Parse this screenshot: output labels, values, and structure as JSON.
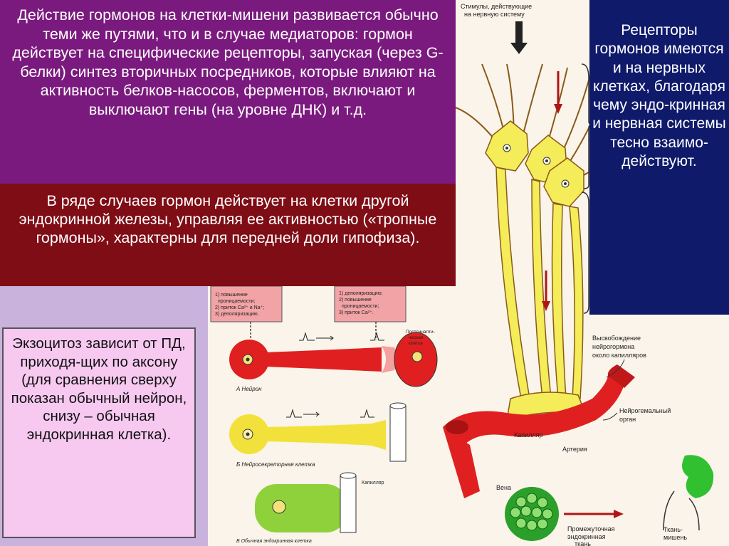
{
  "text_boxes": {
    "top": "Действие гормонов на клетки-мишени развивается обычно теми же путями, что и в случае медиаторов: гормон действует на специфические рецепторы, запуская (через G-белки) синтез вторичных посредников, которые влияют на активность белков-насосов, ферментов, включают и выключают гены (на уровне ДНК) и т.д.",
    "middle": "В ряде случаев гормон действует на клетки другой эндокринной железы, управляя ее активностью («тропные гормоны», характерны для передней доли гипофиза).",
    "left": "Экзоцитоз зависит от ПД, приходя-щих по аксону (для сравнения сверху показан обычный нейрон, снизу – обычная эндокринная клетка).",
    "right": "Рецепторы гормонов имеются и на нервных клетках, благодаря чему эндо-кринная и нервная системы тесно взаимо-действуют."
  },
  "figure_labels": {
    "stimuli_line1": "Стимулы, действующие",
    "stimuli_line2": "на нервную систему",
    "release_line1": "Высвобождение",
    "release_line2": "нейрогормона",
    "release_line3": "около капилляров",
    "neurohemal_line1": "Нейрогемальный",
    "neurohemal_line2": "орган",
    "capillary": "Капилляр",
    "artery": "Артерия",
    "vein": "Вена",
    "intermediate_line1": "Промежуточная",
    "intermediate_line2": "эндокринная",
    "intermediate_line3": "ткань",
    "target_line1": "Ткань-",
    "target_line2": "мишень",
    "box1_line1": "1) повышение",
    "box1_line2": "проницаемости;",
    "box1_line3": "2) приток Ca²⁺ и Na⁺;",
    "box1_line4": "3) деполяризацию.",
    "box2_line1": "1) деполяризацию;",
    "box2_line2": "2) повышение",
    "box2_line3": "проницаемости;",
    "box2_line4": "3) приток Ca²⁺.",
    "neuron_a": "А Нейрон",
    "neuron_b": "Б Нейросекреторная клетка",
    "neuron_c": "В Обычная эндокринная клетка",
    "postsyn_line1": "Постсинапти-",
    "postsyn_line2": "ческая",
    "postsyn_line3": "клетка",
    "capillary_small": "Капилляр"
  },
  "colors": {
    "top_bg": "#7b1a7e",
    "middle_bg": "#7f0d16",
    "left_bg": "#f7c9f1",
    "right_bg": "#0f1a6b",
    "slide_bg": "#c9b3dd",
    "figure_bg": "#faf4ea"
  }
}
